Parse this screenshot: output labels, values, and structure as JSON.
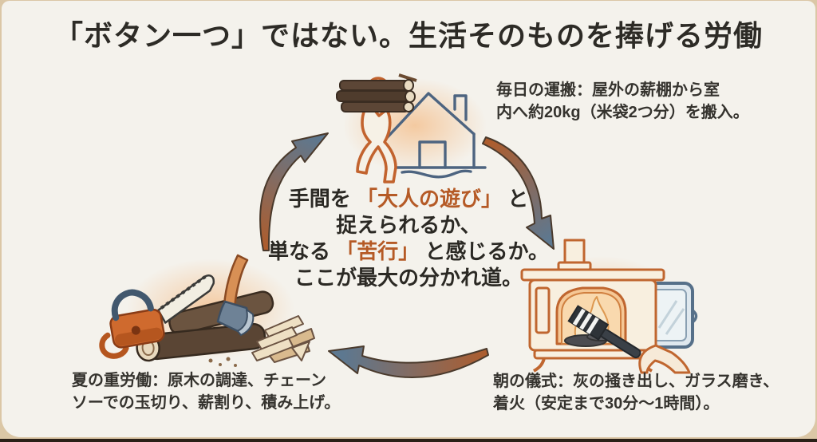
{
  "title": "「ボタン一つ」ではない。生活そのものを捧げる労働",
  "center_message": {
    "line1_pre": "手間を ",
    "line1_highlight": "「大人の遊び」",
    "line1_post": " と",
    "line2": "捉えられるか、",
    "line3_pre": "単なる ",
    "line3_highlight": "「苦行」",
    "line3_post": " と感じるか。",
    "line4": "ここが最大の分かれ道。"
  },
  "captions": {
    "daily_carry": {
      "lines": [
        "毎日の運搬：屋外の薪棚から室",
        "内へ約20kg（米袋2つ分）を搬入。"
      ]
    },
    "morning_ritual": {
      "lines": [
        "朝の儀式：灰の掻き出し、ガラス磨き、",
        "着火（安定まで30分〜1時間）。"
      ]
    },
    "summer_labor": {
      "lines": [
        "夏の重労働：原木の調達、チェーン",
        "ソーでの玉切り、薪割り、積み上げ。"
      ]
    }
  },
  "cycle": {
    "direction": "clockwise",
    "nodes": [
      "firewood-carry",
      "wood-stove",
      "wood-prep"
    ],
    "arrows": [
      "carry-to-stove",
      "stove-to-prep",
      "prep-to-carry"
    ]
  },
  "icons": {
    "top": [
      "person-carrying-logs-icon",
      "house-icon",
      "log-bundle-icon"
    ],
    "right": [
      "wood-stove-icon",
      "stove-door-icon",
      "hand-brush-icon",
      "flame-icon"
    ],
    "left": [
      "chainsaw-icon",
      "axe-icon",
      "log-icon",
      "firewood-stack-icon"
    ]
  },
  "colors": {
    "background": "#f4f2ec",
    "frame_tan": "#dbc7a6",
    "frame_dark": "#2a2017",
    "title_text": "#2d2b26",
    "caption_text": "#35332e",
    "accent_orange": "#b55a26",
    "glow_orange": "#f3a963",
    "arrow_orange": "#ad5d2e",
    "arrow_blue": "#5d7890",
    "illustration_orange": "#c2632e",
    "illustration_blue": "#4d6480",
    "wood_brown": "#5a4534",
    "cream": "#f6f1e6"
  }
}
